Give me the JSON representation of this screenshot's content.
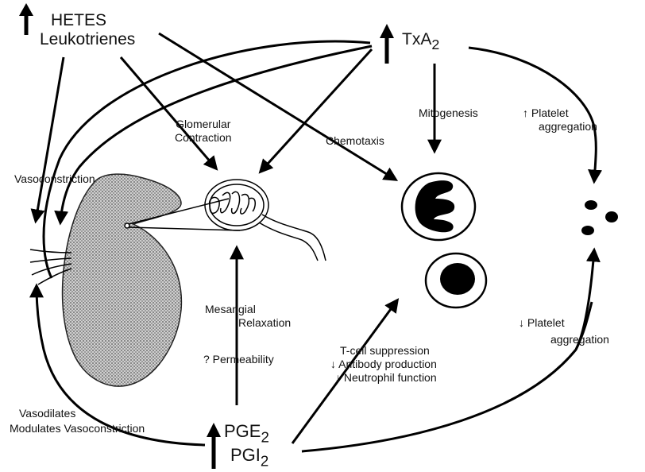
{
  "mediators_top": {
    "line1": "HETES",
    "line2": "Leukotrienes"
  },
  "txa2": {
    "base": "TxA",
    "subscript": "2"
  },
  "prostaglandins": {
    "pge_base": "PGE",
    "pge_sub": "2",
    "pgi_base": "PGI",
    "pgi_sub": "2"
  },
  "labels": {
    "vasoconstriction": "Vasoconstriction",
    "glomerular_line1": "Glomerular",
    "glomerular_line2": "Contraction",
    "chemotaxis": "Chemotaxis",
    "mitogenesis": "Mitogenesis",
    "platelet_up_line1": "Platelet",
    "platelet_up_line2": "aggregation",
    "mesangial_line1": "Mesangial",
    "mesangial_line2": "Relaxation",
    "permeability": "? Permeability",
    "tcell": "T-cell suppression",
    "antibody": "Antibody production",
    "neutrophil": "Neutrophil function",
    "platelet_down_line1": "Platelet",
    "platelet_down_line2": "aggregation",
    "vasodilates": "Vasodilates",
    "modulates": "Modulates Vasoconstriction"
  },
  "glyphs": {
    "up_small": "↑",
    "down_small": "↓"
  }
}
